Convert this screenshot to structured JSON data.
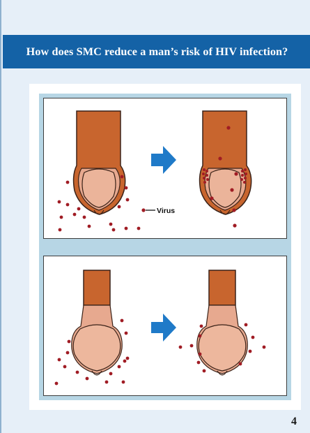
{
  "header": {
    "title": "How does SMC reduce a man’s risk of HIV infection?"
  },
  "panels": {
    "top": {
      "virus_label": "Virus"
    }
  },
  "footer": {
    "page_number": "4"
  },
  "colors": {
    "banner": "#1462a6",
    "shaft": "#c8652e",
    "glans": "#e7a98f",
    "virus": "#a01c24",
    "arrow": "#1f7ac8",
    "frame": "#b7d6e5"
  },
  "icons": [
    "arrow-right-icon",
    "virus-dot-icon"
  ]
}
